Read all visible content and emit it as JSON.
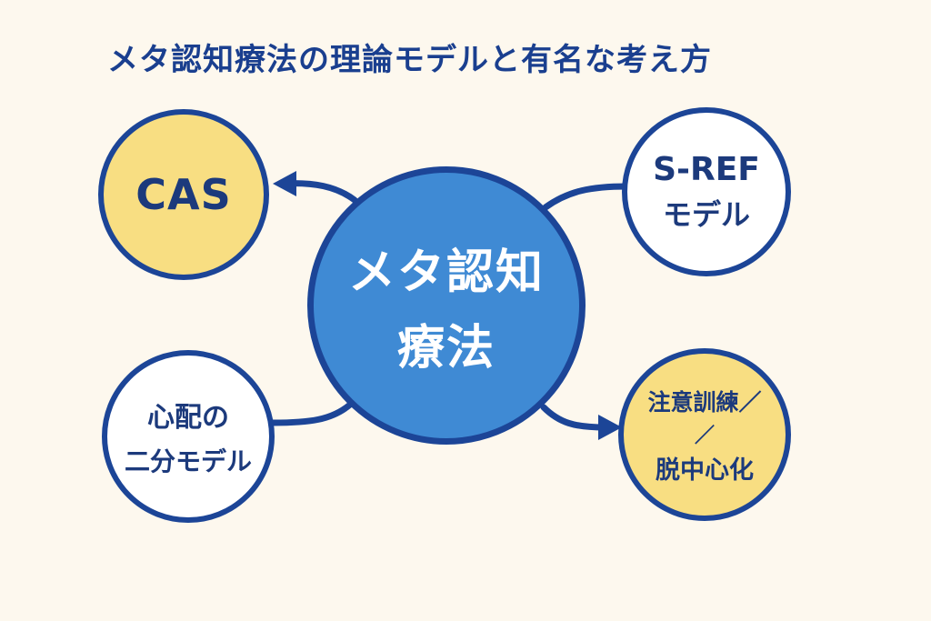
{
  "title": "メタ認知療法の理論モデルと有名な考え方",
  "colors": {
    "background": "#fdf8ee",
    "border": "#1c4597",
    "center_fill": "#3f8ad4",
    "yellow_fill": "#f8de82",
    "white_fill": "#ffffff",
    "text_dark": "#1c3a7c"
  },
  "center": {
    "line1": "メタ認知",
    "line2": "療法"
  },
  "nodes": {
    "cas": {
      "line1": "CAS"
    },
    "sref": {
      "line1": "S-REF",
      "line2": "モデル"
    },
    "worry": {
      "line1": "心配の",
      "line2": "二分モデル"
    },
    "attention": {
      "line1": "注意訓練／",
      "line2": "／",
      "line3": "脱中心化"
    }
  }
}
